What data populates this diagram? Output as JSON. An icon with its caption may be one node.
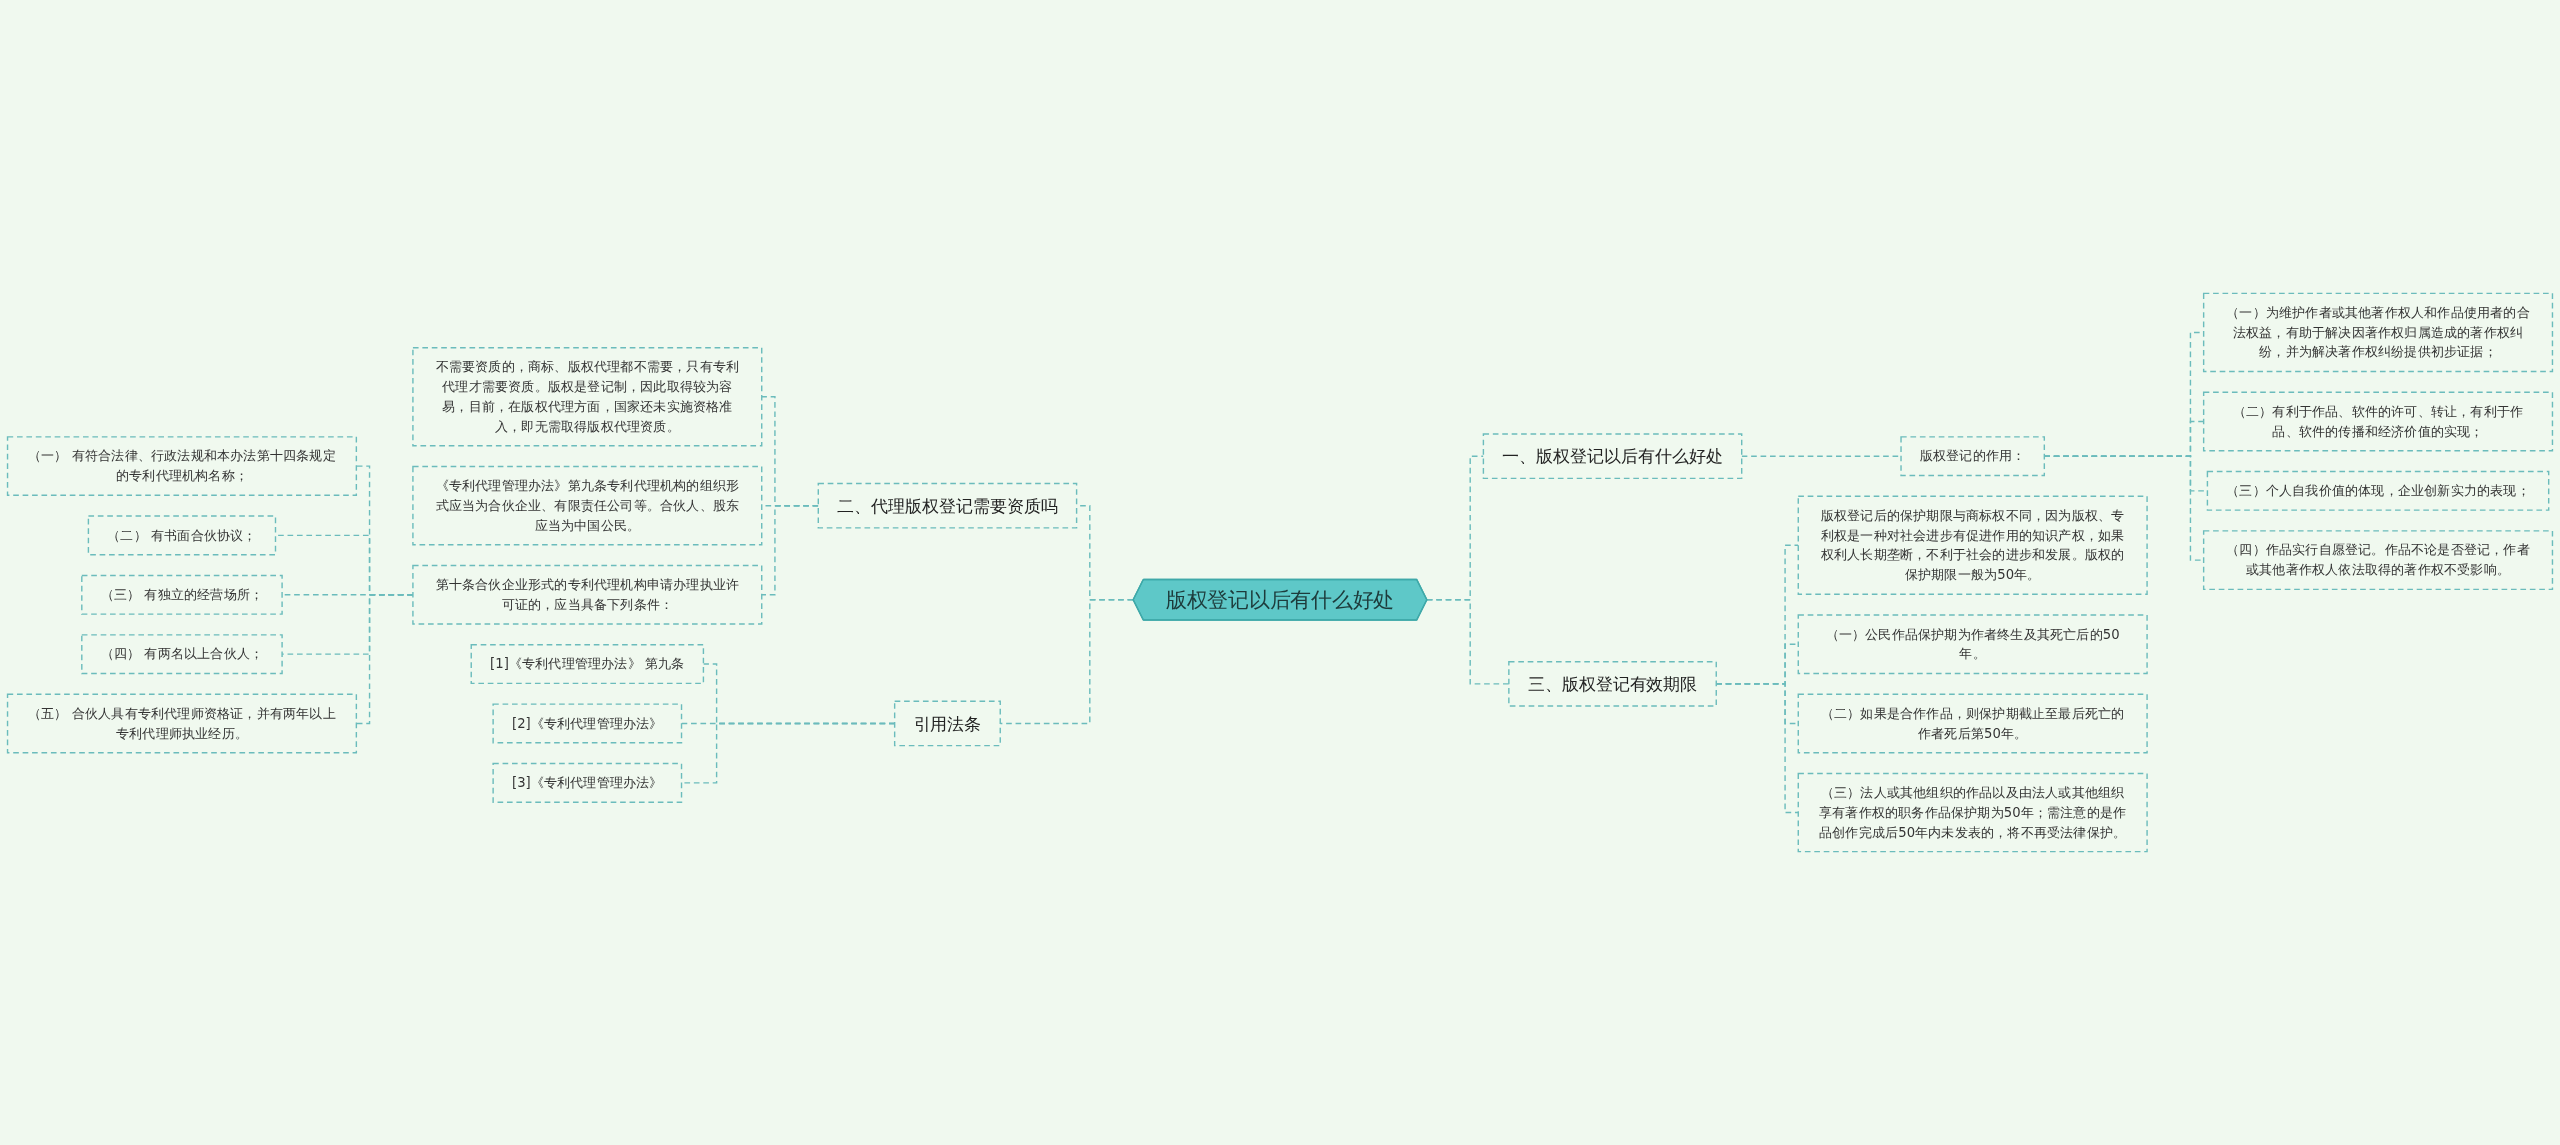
{
  "diagram": {
    "nodes": [
      {
        "text": [
          "版权登记以后有什么好处"
        ]
      },
      {
        "text": [
          "一、版权登记以后有什么好处"
        ]
      },
      {
        "text": [
          "版权登记的作用："
        ]
      },
      {
        "text": [
          "（一）为维护作者或其他著作权人和作品使用者的合法权益，有助于解决因著作权归属造成的著作权纠纷，并为解决著作权纠纷提供初步证据；"
        ]
      },
      {
        "text": [
          "（二）有利于作品、软件的许可、转让，有利于作品、软件的传播和经济价值的实现；"
        ]
      },
      {
        "text": [
          "（三）个人自我价值的体现，企业创新实力的表现；"
        ]
      },
      {
        "text": [
          "（四）作品实行自愿登记。作品不论是否登记，作者或其他著作权人依法取得的著作权不受影响。"
        ]
      },
      {
        "text": [
          "二、代理版权登记需要资质吗"
        ]
      },
      {
        "text": [
          "不需要资质的，商标、版权代理都不需要，只有专利代理才需要资质。版权是登记制，因此取得较为容易，目前，在版权代理方面，国家还未实施资格准入，即无需取得版权代理资质。"
        ]
      },
      {
        "text": [
          "《专利代理管理办法》第九条专利代理机构的组织形式应当为合伙企业、有限责任公司等。合伙人、股东应当为中国公民。"
        ]
      },
      {
        "text": [
          "第十条合伙企业形式的专利代理机构申请办理执业许可证的，应当具备下列条件："
        ]
      },
      {
        "text": [
          "（一） 有符合法律、行政法规和本办法第十四条规定的专利代理机构名称；"
        ]
      },
      {
        "text": [
          "（二） 有书面合伙协议；"
        ]
      },
      {
        "text": [
          "（三） 有独立的经营场所；"
        ]
      },
      {
        "text": [
          "（四） 有两名以上合伙人；"
        ]
      },
      {
        "text": [
          "（五） 合伙人具有专利代理师资格证，并有两年以上专利代理师执业经历。"
        ]
      },
      {
        "text": [
          "三、版权登记有效期限"
        ]
      },
      {
        "text": [
          "版权登记后的保护期限与商标权不同，因为版权、专利权是一种对社会进步有促进作用的知识产权，如果权利人长期垄断，不利于社会的进步和发展。版权的保护期限一般为50年。"
        ]
      },
      {
        "text": [
          "（一）公民作品保护期为作者终生及其死亡后的50年。"
        ]
      },
      {
        "text": [
          "（二）如果是合作作品，则保护期截止至最后死亡的作者死后第50年。"
        ]
      },
      {
        "text": [
          "（三）法人或其他组织的作品以及由法人或其他组织享有著作权的职务作品保护期为50年；需注意的是作品创作完成后50年内未发表的，将不再受法律保护。"
        ]
      },
      {
        "text": [
          "引用法条"
        ]
      },
      {
        "text": [
          "[1]《专利代理管理办法》 第九条"
        ]
      },
      {
        "text": [
          "[2]《专利代理管理办法》"
        ]
      },
      {
        "text": [
          "[3]《专利代理管理办法》"
        ]
      }
    ],
    "edges": [
      {
        "from": 0,
        "to": 1,
        "arrow": "none"
      },
      {
        "from": 1,
        "to": 2,
        "arrow": "none"
      },
      {
        "from": 2,
        "to": 3,
        "arrow": "none"
      },
      {
        "from": 2,
        "to": 4,
        "arrow": "none"
      },
      {
        "from": 2,
        "to": 5,
        "arrow": "none"
      },
      {
        "from": 2,
        "to": 6,
        "arrow": "none"
      },
      {
        "from": 0,
        "to": 7,
        "arrow": "none"
      },
      {
        "from": 7,
        "to": 8,
        "arrow": "none"
      },
      {
        "from": 7,
        "to": 9,
        "arrow": "none"
      },
      {
        "from": 7,
        "to": 10,
        "arrow": "none"
      },
      {
        "from": 10,
        "to": 11,
        "arrow": "none"
      },
      {
        "from": 10,
        "to": 12,
        "arrow": "none"
      },
      {
        "from": 10,
        "to": 13,
        "arrow": "none"
      },
      {
        "from": 10,
        "to": 14,
        "arrow": "none"
      },
      {
        "from": 10,
        "to": 15,
        "arrow": "none"
      },
      {
        "from": 0,
        "to": 16,
        "arrow": "none"
      },
      {
        "from": 16,
        "to": 17,
        "arrow": "none"
      },
      {
        "from": 16,
        "to": 18,
        "arrow": "none"
      },
      {
        "from": 16,
        "to": 19,
        "arrow": "none"
      },
      {
        "from": 16,
        "to": 20,
        "arrow": "none"
      },
      {
        "from": 0,
        "to": 21,
        "arrow": "none"
      },
      {
        "from": 21,
        "to": 22,
        "arrow": "none"
      },
      {
        "from": 21,
        "to": 23,
        "arrow": "none"
      },
      {
        "from": 21,
        "to": 24,
        "arrow": "none"
      }
    ]
  }
}
